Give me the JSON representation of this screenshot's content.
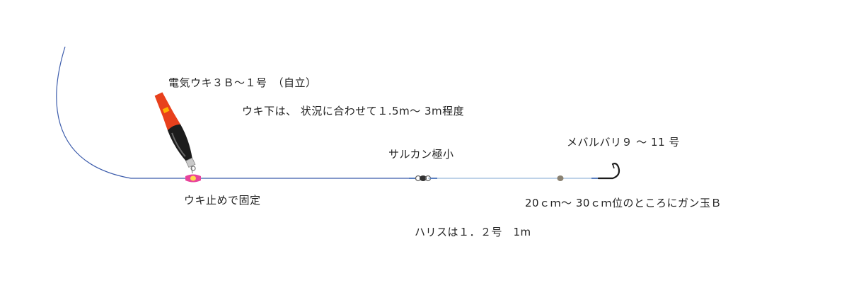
{
  "labels": {
    "float": "電気ウキ３Ｂ〜１号　（自立）",
    "float_depth": "ウキ下は、 状況に合わせて１.5m〜 3m程度",
    "swivel": "サルカン極小",
    "hook": "メバルバリ９ 〜 11 号",
    "float_stop": "ウキ止めで固定",
    "split_shot": "20ｃｍ〜 30ｃｍ位のところにガン玉Ｂ",
    "leader": "ハリスは１．２号　1m"
  },
  "colors": {
    "main_line": "#3b5bab",
    "leader_line": "#a8c4e0",
    "float_top": "#e8401c",
    "float_body": "#1c1c1c",
    "float_stop": "#e8439a",
    "text": "#222222"
  }
}
